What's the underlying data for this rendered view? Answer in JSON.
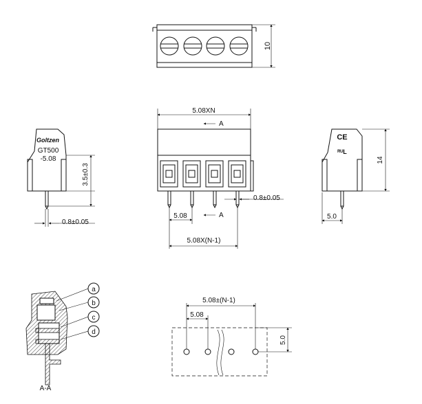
{
  "dimensions": {
    "top_height": "10",
    "pitch_n": "5.08XN",
    "section_marker": "A",
    "pin_height": "3.5±0.3",
    "pin_width_side": "0.8±0.05",
    "pin_width_front": "0.8±0.05",
    "pitch": "5.08",
    "pitch_total": "5.08X(N-1)",
    "right_height": "14",
    "right_offset": "5.0",
    "pcb_pitch_total": "5.08±(N-1)",
    "pcb_pitch": "5.08",
    "pcb_row": "5.0"
  },
  "branding": {
    "logo_text": "Goltzen",
    "model": "GT500",
    "model_pitch": "-5.08",
    "ce_mark": "CE",
    "ul_mark": "ᴿᵁL"
  },
  "section": {
    "title": "A-A",
    "callouts": [
      "a",
      "b",
      "c",
      "d"
    ]
  }
}
